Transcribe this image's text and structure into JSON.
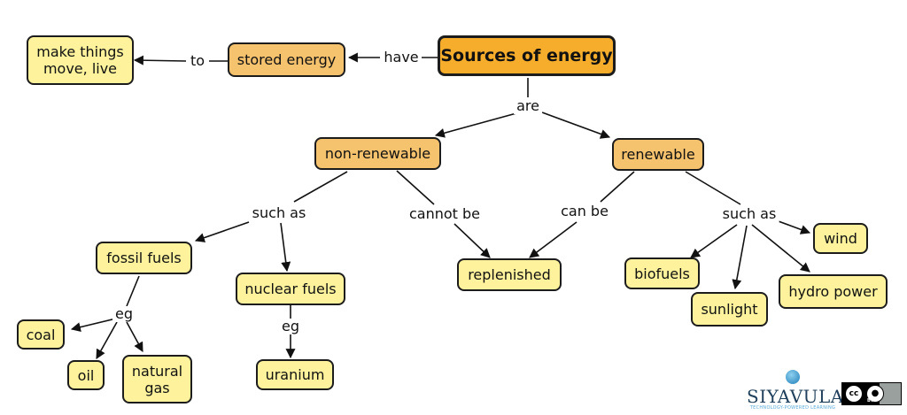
{
  "concepts": {
    "sources_of_energy": "Sources of energy",
    "stored_energy": "stored energy",
    "make_things_move": "make things\nmove, live",
    "non_renewable": "non-renewable",
    "renewable": "renewable",
    "fossil_fuels": "fossil fuels",
    "nuclear_fuels": "nuclear fuels",
    "replenished": "replenished",
    "coal": "coal",
    "oil": "oil",
    "natural_gas": "natural\ngas",
    "uranium": "uranium",
    "biofuels": "biofuels",
    "sunlight": "sunlight",
    "hydro_power": "hydro power",
    "wind": "wind"
  },
  "links": {
    "have": "have",
    "to": "to",
    "are": "are",
    "such_as_left": "such as",
    "cannot_be": "cannot be",
    "can_be": "can be",
    "such_as_right": "such as",
    "eg_fossil": "eg",
    "eg_nuclear": "eg"
  },
  "branding": {
    "logo_word": "SIYAVULA",
    "logo_tagline": "TECHNOLOGY-POWERED LEARNING",
    "license_cc": "cc",
    "license_by": "BY"
  },
  "colors": {
    "root_fill": "#f6ad2c",
    "category_fill": "#f5c26e",
    "leaf_fill": "#fef39c",
    "border": "#1c1c1c"
  }
}
